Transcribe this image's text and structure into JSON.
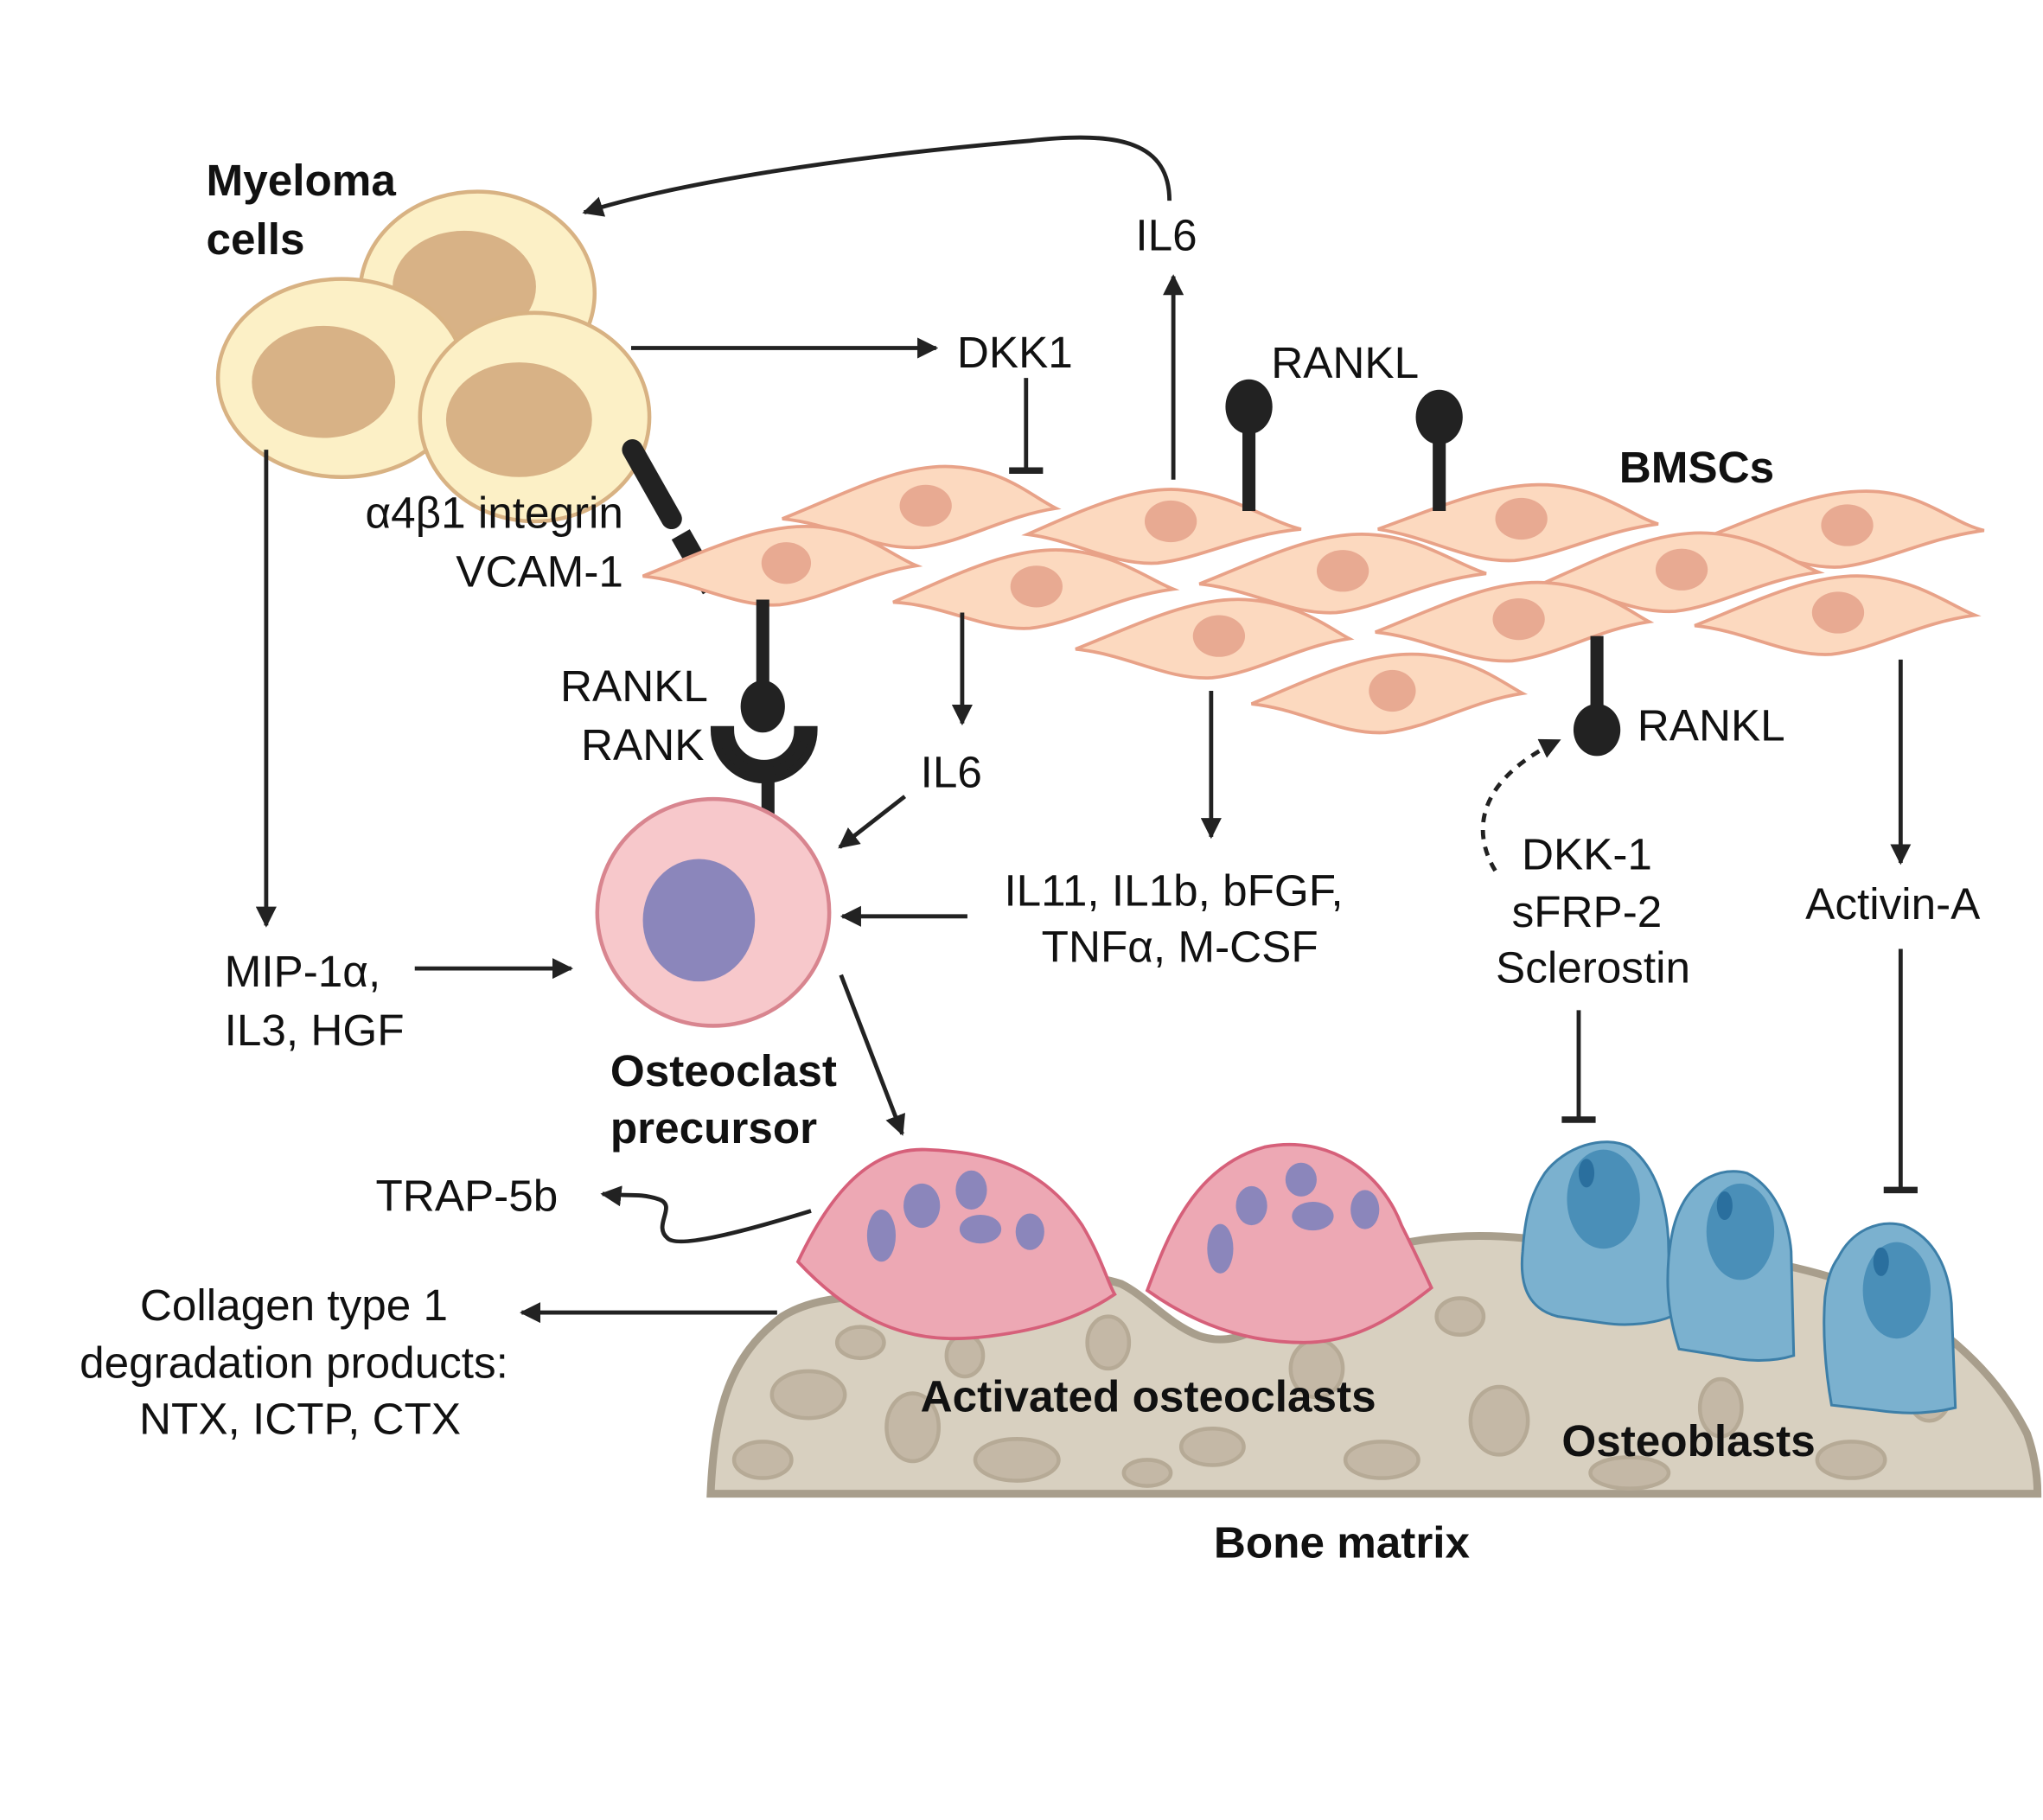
{
  "diagram": {
    "title": "Myeloma bone disease: cell interactions in the bone marrow microenvironment",
    "cells": {
      "myeloma": "Myeloma cells",
      "bmscs": "BMSCs",
      "osteoclast_precursor": [
        "Osteoclast",
        "precursor"
      ],
      "activated_osteoclasts": "Activated osteoclasts",
      "osteoblasts": "Osteoblasts",
      "bone_matrix": "Bone matrix"
    },
    "myeloma_label_lines": [
      "Myeloma",
      "cells"
    ],
    "labels": {
      "il6_top": "IL6",
      "dkk1": "DKK1",
      "rankl_top": "RANKL",
      "integrin": "α4β1 integrin",
      "vcam": "VCAM-1",
      "rankl_left": "RANKL",
      "rank": "RANK",
      "il6_mid": "IL6",
      "rankl_right": "RANKL",
      "cytokines": [
        "IL11, IL1b, bFGF,",
        "TNFα, M-CSF"
      ],
      "mip": [
        "MIP-1α,",
        "IL3, HGF"
      ],
      "wnt_inhibitors": [
        "DKK-1",
        "sFRP-2",
        "Sclerostin"
      ],
      "activin": "Activin-A",
      "trap": "TRAP-5b",
      "collagen": [
        "Collagen type 1",
        "degradation products:",
        "NTX, ICTP, CTX"
      ]
    },
    "interactions": [
      {
        "from": "BMSCs",
        "to": "Myeloma cells",
        "via": "IL6",
        "type": "activation"
      },
      {
        "from": "Myeloma cells",
        "to": "DKK1",
        "type": "secretion"
      },
      {
        "from": "DKK1",
        "to": "BMSCs",
        "type": "inhibition"
      },
      {
        "from": "Myeloma cells",
        "to": "BMSCs",
        "via": "α4β1 integrin / VCAM-1",
        "type": "adhesion"
      },
      {
        "from": "BMSCs",
        "to": "Osteoclast precursor",
        "via": "RANKL / RANK",
        "type": "binding"
      },
      {
        "from": "BMSCs",
        "to": "Osteoclast precursor",
        "via": "IL6",
        "type": "activation"
      },
      {
        "from": "BMSCs",
        "to": "Osteoclast precursor",
        "via": "IL11, IL1b, bFGF, TNFα, M-CSF",
        "type": "activation"
      },
      {
        "from": "Myeloma cells",
        "to": "Osteoclast precursor",
        "via": "MIP-1α, IL3, HGF",
        "type": "activation"
      },
      {
        "from": "Osteoclast precursor",
        "to": "Activated osteoclasts",
        "type": "differentiation"
      },
      {
        "from": "Activated osteoclasts",
        "to": "TRAP-5b",
        "type": "secretion"
      },
      {
        "from": "Bone matrix",
        "to": "Collagen type 1 degradation products",
        "type": "release"
      },
      {
        "from": "DKK-1 / sFRP-2 / Sclerostin",
        "to": "RANKL",
        "type": "indirect activation"
      },
      {
        "from": "DKK-1 / sFRP-2 / Sclerostin",
        "to": "Osteoblasts",
        "type": "inhibition"
      },
      {
        "from": "BMSCs",
        "to": "Activin-A",
        "type": "secretion"
      },
      {
        "from": "Activin-A",
        "to": "Osteoblasts",
        "type": "inhibition"
      }
    ]
  }
}
